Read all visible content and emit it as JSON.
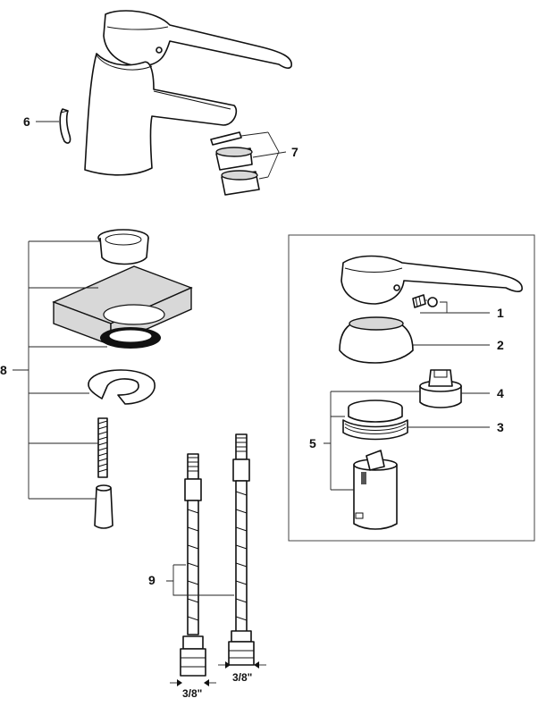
{
  "callouts": {
    "c1": "1",
    "c2": "2",
    "c3": "3",
    "c4": "4",
    "c5": "5",
    "c6": "6",
    "c7": "7",
    "c8": "8",
    "c9": "9"
  },
  "dimensions": {
    "left_hose": "3/8\"",
    "right_hose": "3/8\""
  }
}
